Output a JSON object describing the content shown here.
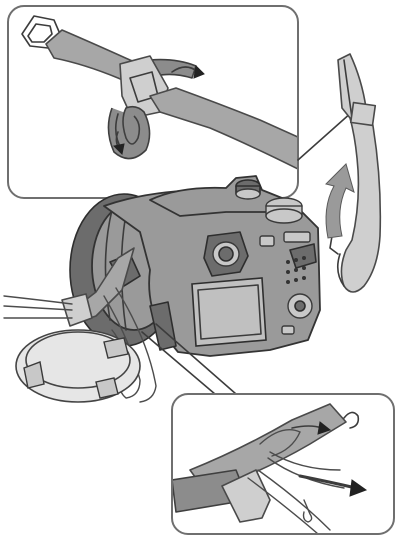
{
  "figure": {
    "parts": [
      "top-callout-strap-loop-detail",
      "camera-with-lens-cap",
      "shoulder-strap-with-lift-arrow",
      "bottom-callout-cord-attachment-detail"
    ],
    "colors": {
      "line": "#3c3c3c",
      "strap": "#a7a7a7",
      "camera_body": "#9a9a9a",
      "callout_border": "#6f6f6f",
      "background": "#ffffff"
    },
    "icons": [
      "curved-arrow-icon",
      "pull-arrow-icon"
    ]
  }
}
